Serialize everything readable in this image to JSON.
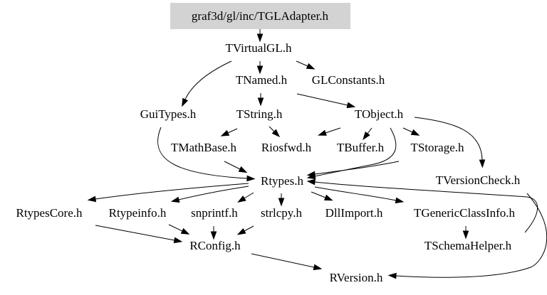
{
  "diagram": {
    "type": "include-dependency-graph",
    "root": "graf3d/gl/inc/TGLAdapter.h",
    "colors": {
      "root_fill": "#d3d3d3",
      "edge": "#000000",
      "background": "#ffffff"
    },
    "nodes": [
      {
        "id": "TGLAdapter",
        "label": "graf3d/gl/inc/TGLAdapter.h",
        "root": true
      },
      {
        "id": "TVirtualGL",
        "label": "TVirtualGL.h"
      },
      {
        "id": "TNamed",
        "label": "TNamed.h"
      },
      {
        "id": "GLConstants",
        "label": "GLConstants.h"
      },
      {
        "id": "GuiTypes",
        "label": "GuiTypes.h"
      },
      {
        "id": "TString",
        "label": "TString.h"
      },
      {
        "id": "TObject",
        "label": "TObject.h"
      },
      {
        "id": "TMathBase",
        "label": "TMathBase.h"
      },
      {
        "id": "Riosfwd",
        "label": "Riosfwd.h"
      },
      {
        "id": "TBuffer",
        "label": "TBuffer.h"
      },
      {
        "id": "TStorage",
        "label": "TStorage.h"
      },
      {
        "id": "Rtypes",
        "label": "Rtypes.h"
      },
      {
        "id": "TVersionCheck",
        "label": "TVersionCheck.h"
      },
      {
        "id": "RtypesCore",
        "label": "RtypesCore.h"
      },
      {
        "id": "Rtypeinfo",
        "label": "Rtypeinfo.h"
      },
      {
        "id": "snprintf",
        "label": "snprintf.h"
      },
      {
        "id": "strlcpy",
        "label": "strlcpy.h"
      },
      {
        "id": "DllImport",
        "label": "DllImport.h"
      },
      {
        "id": "TGenericClassInfo",
        "label": "TGenericClassInfo.h"
      },
      {
        "id": "RConfig",
        "label": "RConfig.h"
      },
      {
        "id": "TSchemaHelper",
        "label": "TSchemaHelper.h"
      },
      {
        "id": "RVersion",
        "label": "RVersion.h"
      }
    ],
    "edges": [
      {
        "from": "TGLAdapter",
        "to": "TVirtualGL"
      },
      {
        "from": "TVirtualGL",
        "to": "TNamed"
      },
      {
        "from": "TVirtualGL",
        "to": "GLConstants"
      },
      {
        "from": "TVirtualGL",
        "to": "GuiTypes"
      },
      {
        "from": "TNamed",
        "to": "TString"
      },
      {
        "from": "TNamed",
        "to": "TObject"
      },
      {
        "from": "TString",
        "to": "TMathBase"
      },
      {
        "from": "TString",
        "to": "Riosfwd"
      },
      {
        "from": "TObject",
        "to": "Riosfwd"
      },
      {
        "from": "TObject",
        "to": "TBuffer"
      },
      {
        "from": "TObject",
        "to": "TStorage"
      },
      {
        "from": "TObject",
        "to": "TVersionCheck"
      },
      {
        "from": "TObject",
        "to": "Rtypes"
      },
      {
        "from": "TBuffer",
        "to": "TObject"
      },
      {
        "from": "GuiTypes",
        "to": "Rtypes"
      },
      {
        "from": "TMathBase",
        "to": "Rtypes"
      },
      {
        "from": "TStorage",
        "to": "Rtypes"
      },
      {
        "from": "TVersionCheck",
        "to": "Rtypes"
      },
      {
        "from": "TVersionCheck",
        "to": "RVersion"
      },
      {
        "from": "TSchemaHelper",
        "to": "Rtypes"
      },
      {
        "from": "Rtypes",
        "to": "RtypesCore"
      },
      {
        "from": "Rtypes",
        "to": "Rtypeinfo"
      },
      {
        "from": "Rtypes",
        "to": "snprintf"
      },
      {
        "from": "Rtypes",
        "to": "strlcpy"
      },
      {
        "from": "Rtypes",
        "to": "DllImport"
      },
      {
        "from": "Rtypes",
        "to": "TGenericClassInfo"
      },
      {
        "from": "TGenericClassInfo",
        "to": "TSchemaHelper"
      },
      {
        "from": "RtypesCore",
        "to": "RConfig"
      },
      {
        "from": "Rtypeinfo",
        "to": "RConfig"
      },
      {
        "from": "snprintf",
        "to": "RConfig"
      },
      {
        "from": "strlcpy",
        "to": "RConfig"
      },
      {
        "from": "RConfig",
        "to": "RVersion"
      }
    ]
  }
}
